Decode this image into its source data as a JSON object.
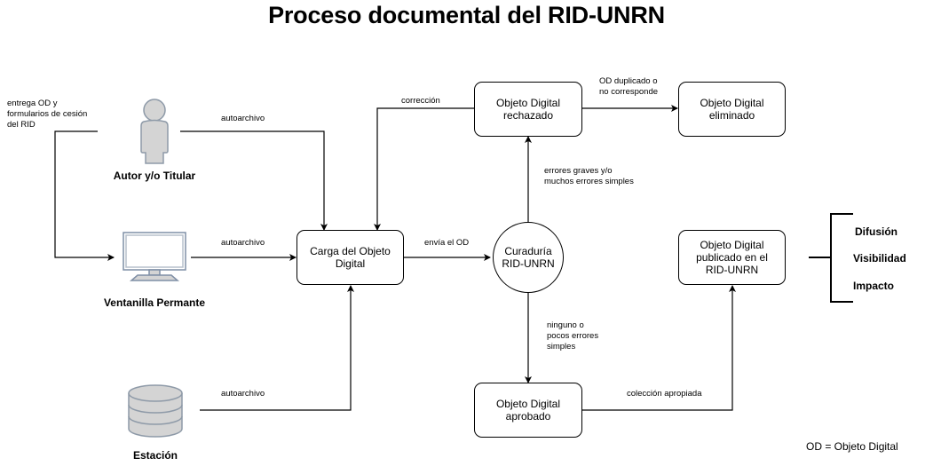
{
  "title": "Proceso documental del RID-UNRN",
  "actors": {
    "autor": "Autor y/o Titular",
    "ventanilla": "Ventanilla Permante",
    "estacion": "Estación"
  },
  "nodes": {
    "carga": "Carga del Objeto Digital",
    "curaduria": "Curaduría RID-UNRN",
    "rechazado": "Objeto Digital rechazado",
    "eliminado": "Objeto Digital eliminado",
    "aprobado": "Objeto Digital aprobado",
    "publicado": "Objeto Digital publicado en el RID-UNRN"
  },
  "edge_labels": {
    "entrega": "entrega OD y\nformularios de cesión\ndel RID",
    "autoarchivo_autor": "autoarchivo",
    "autoarchivo_ventanilla": "autoarchivo",
    "autoarchivo_estacion": "autoarchivo",
    "envia": "envía el OD",
    "correccion": "corrección",
    "duplicado": "OD duplicado o\nno corresponde",
    "errores_graves": "errores graves y/o\nmuchos errores simples",
    "ninguno": "ninguno o\npocos errores\nsimples",
    "coleccion": "colección apropiada"
  },
  "outcomes": [
    "Difusión",
    "Visibilidad",
    "Impacto"
  ],
  "legend": "OD = Objeto Digital",
  "colors": {
    "icon_fill": "#d4d4d4",
    "icon_stroke": "#8e9aa8",
    "monitor_stroke": "#7f8fa6"
  }
}
